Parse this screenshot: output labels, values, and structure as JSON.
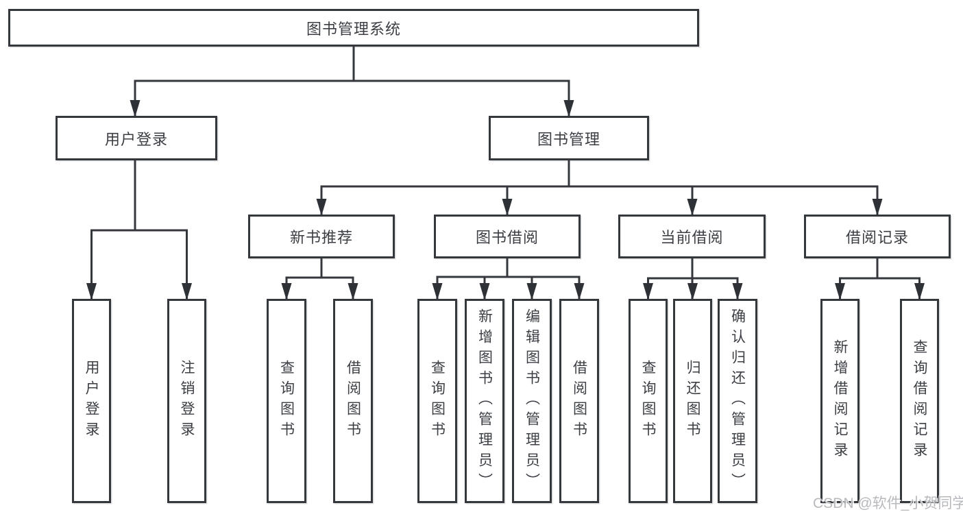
{
  "diagram": {
    "root_label": "图书管理系统",
    "branch_user": {
      "label": "用户登录",
      "leaves": [
        "用户登录",
        "注销登录"
      ]
    },
    "branch_book": {
      "label": "图书管理"
    },
    "groups": [
      {
        "label": "新书推荐",
        "leaves": [
          "查询图书",
          "借阅图书"
        ]
      },
      {
        "label": "图书借阅",
        "leaves": [
          "查询图书",
          "新增图书（管理员）",
          "编辑图书（管理员）",
          "借阅图书"
        ]
      },
      {
        "label": "当前借阅",
        "leaves": [
          "查询图书",
          "归还图书",
          "确认归还（管理员）"
        ]
      },
      {
        "label": "借阅记录",
        "leaves": [
          "新增借阅记录",
          "查询借阅记录"
        ]
      }
    ],
    "colors": {
      "line": "#34373c",
      "text": "#3b3e43",
      "box_background": "#ffffff",
      "watermark": "#b7b9bd"
    },
    "watermark": "CSDN @软件_小贺同学"
  }
}
